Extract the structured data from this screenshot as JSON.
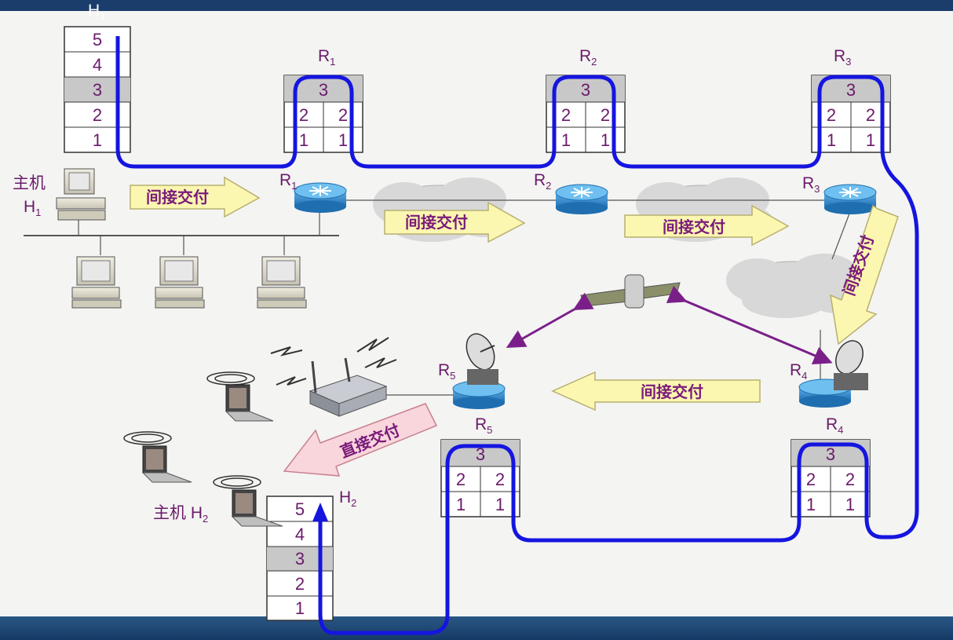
{
  "hosts": {
    "h1_top_label": "H",
    "h1_top_sub": "1",
    "h1_name_line1": "主机",
    "h1_name_line2": "H",
    "h1_name_sub": "1",
    "h2_name": "主机 H",
    "h2_name_sub": "2",
    "h2_top_label": "H",
    "h2_top_sub": "2"
  },
  "stack_layers": [
    "5",
    "4",
    "3",
    "2",
    "1"
  ],
  "router_stack": {
    "top": "3",
    "left": [
      "2",
      "1"
    ],
    "right": [
      "2",
      "1"
    ]
  },
  "routers": [
    {
      "name": "R",
      "sub": "1"
    },
    {
      "name": "R",
      "sub": "2"
    },
    {
      "name": "R",
      "sub": "3"
    },
    {
      "name": "R",
      "sub": "4"
    },
    {
      "name": "R",
      "sub": "5"
    }
  ],
  "arrows": {
    "indirect": "间接交付",
    "direct": "直接交付"
  },
  "colors": {
    "path": "#1515e0",
    "arrow_fill": "#fbf6b0",
    "direct_fill": "#f8d6dc",
    "label": "#6a1a6a",
    "router": "#2e86c8",
    "satellite_link": "#7a1f8a"
  }
}
